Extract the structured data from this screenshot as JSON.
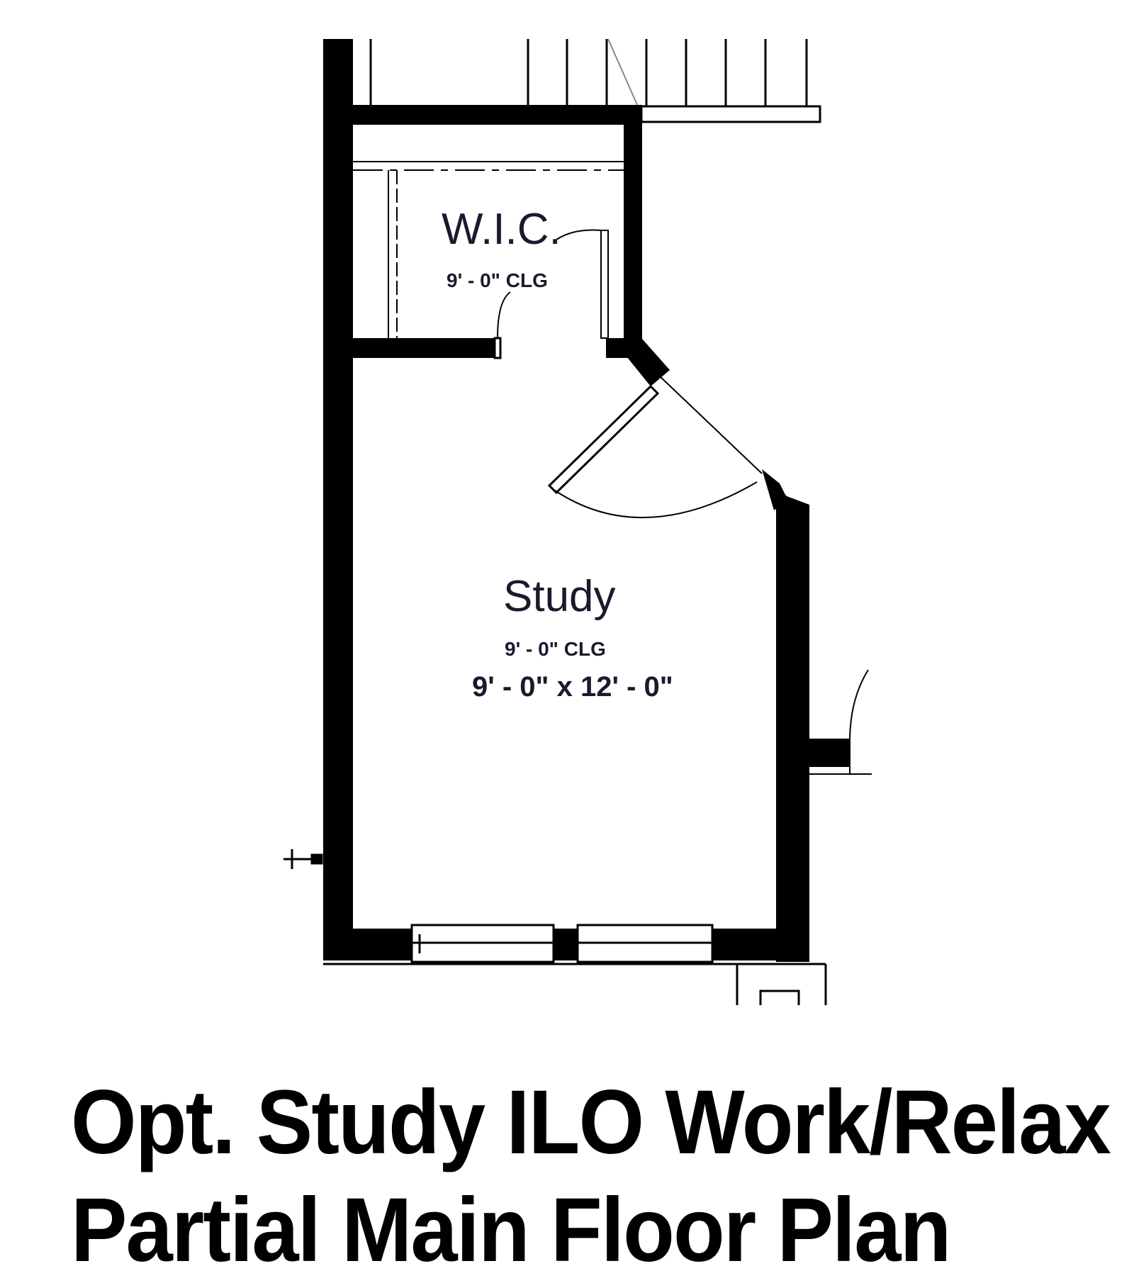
{
  "rooms": {
    "wic": {
      "name": "W.I.C.",
      "ceiling": "9' - 0\" CLG"
    },
    "study": {
      "name": "Study",
      "ceiling": "9' - 0\" CLG",
      "dimensions": "9' - 0\" x 12' - 0\""
    }
  },
  "title": {
    "line1": "Opt. Study ILO Work/Relax",
    "line2": "Partial Main Floor Plan"
  }
}
